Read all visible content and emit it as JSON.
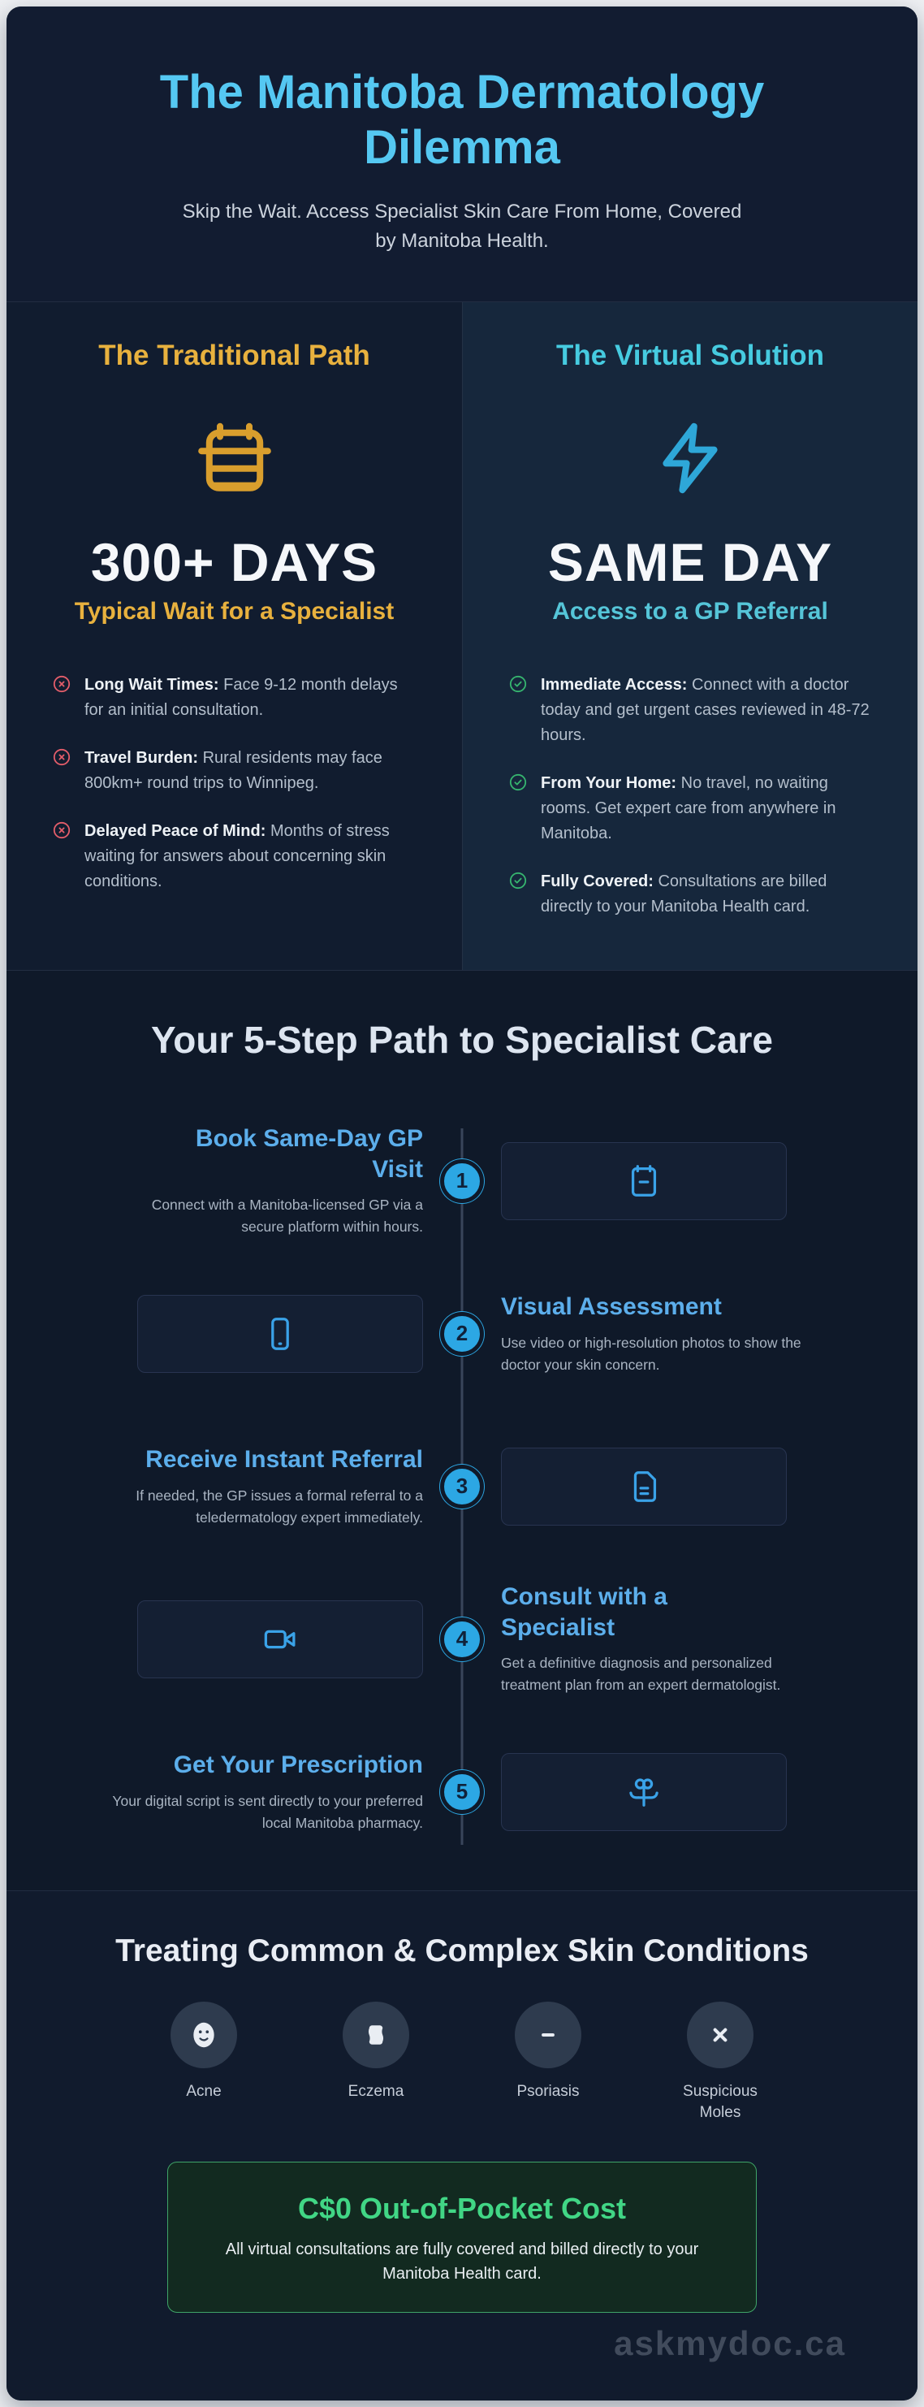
{
  "colors": {
    "accent_blue": "#55c8f2",
    "accent_amber": "#e8b13e",
    "accent_cyan": "#46cbe0",
    "accent_step_blue": "#2ca7e4",
    "accent_green": "#41d685",
    "negative_red": "#e35d6a",
    "positive_green": "#36b56f"
  },
  "header": {
    "title": "The Manitoba Dermatology Dilemma",
    "subtitle": "Skip the Wait. Access Specialist Skin Care From Home, Covered by Manitoba Health."
  },
  "comparison": {
    "traditional": {
      "heading": "The Traditional Path",
      "icon": "calendar-icon",
      "stat": "300+ DAYS",
      "stat_caption": "Typical Wait for a Specialist",
      "points": [
        {
          "label": "Long Wait Times:",
          "text": "Face 9-12 month delays for an initial consultation."
        },
        {
          "label": "Travel Burden:",
          "text": "Rural residents may face 800km+ round trips to Winnipeg."
        },
        {
          "label": "Delayed Peace of Mind:",
          "text": "Months of stress waiting for answers about concerning skin conditions."
        }
      ]
    },
    "virtual": {
      "heading": "The Virtual Solution",
      "icon": "lightning-icon",
      "stat": "SAME DAY",
      "stat_caption": "Access to a GP Referral",
      "points": [
        {
          "label": "Immediate Access:",
          "text": "Connect with a doctor today and get urgent cases reviewed in 48-72 hours."
        },
        {
          "label": "From Your Home:",
          "text": "No travel, no waiting rooms. Get expert care from anywhere in Manitoba."
        },
        {
          "label": "Fully Covered:",
          "text": "Consultations are billed directly to your Manitoba Health card."
        }
      ]
    }
  },
  "steps": {
    "heading": "Your 5-Step Path to Specialist Care",
    "items": [
      {
        "number": "1",
        "title": "Book Same-Day GP Visit",
        "description": "Connect with a Manitoba-licensed GP via a secure platform within hours.",
        "icon": "calendar-icon"
      },
      {
        "number": "2",
        "title": "Visual Assessment",
        "description": "Use video or high-resolution photos to show the doctor your skin concern.",
        "icon": "smartphone-icon"
      },
      {
        "number": "3",
        "title": "Receive Instant Referral",
        "description": "If needed, the GP issues a formal referral to a teledermatology expert immediately.",
        "icon": "document-icon"
      },
      {
        "number": "4",
        "title": "Consult with a Specialist",
        "description": "Get a definitive diagnosis and personalized treatment plan from an expert dermatologist.",
        "icon": "video-camera-icon"
      },
      {
        "number": "5",
        "title": "Get Your Prescription",
        "description": "Your digital script is sent directly to your preferred local Manitoba pharmacy.",
        "icon": "pharmacy-flower-icon"
      }
    ]
  },
  "conditions": {
    "heading": "Treating Common & Complex Skin Conditions",
    "items": [
      {
        "label": "Acne",
        "icon": "smiley-face-icon"
      },
      {
        "label": "Eczema",
        "icon": "patch-icon"
      },
      {
        "label": "Psoriasis",
        "icon": "minus-icon"
      },
      {
        "label": "Suspicious Moles",
        "icon": "x-icon"
      }
    ],
    "cost_box": {
      "title": "C$0 Out-of-Pocket Cost",
      "text": "All virtual consultations are fully covered and billed directly to your Manitoba Health card."
    }
  },
  "footer": {
    "watermark": "askmydoc.ca"
  }
}
